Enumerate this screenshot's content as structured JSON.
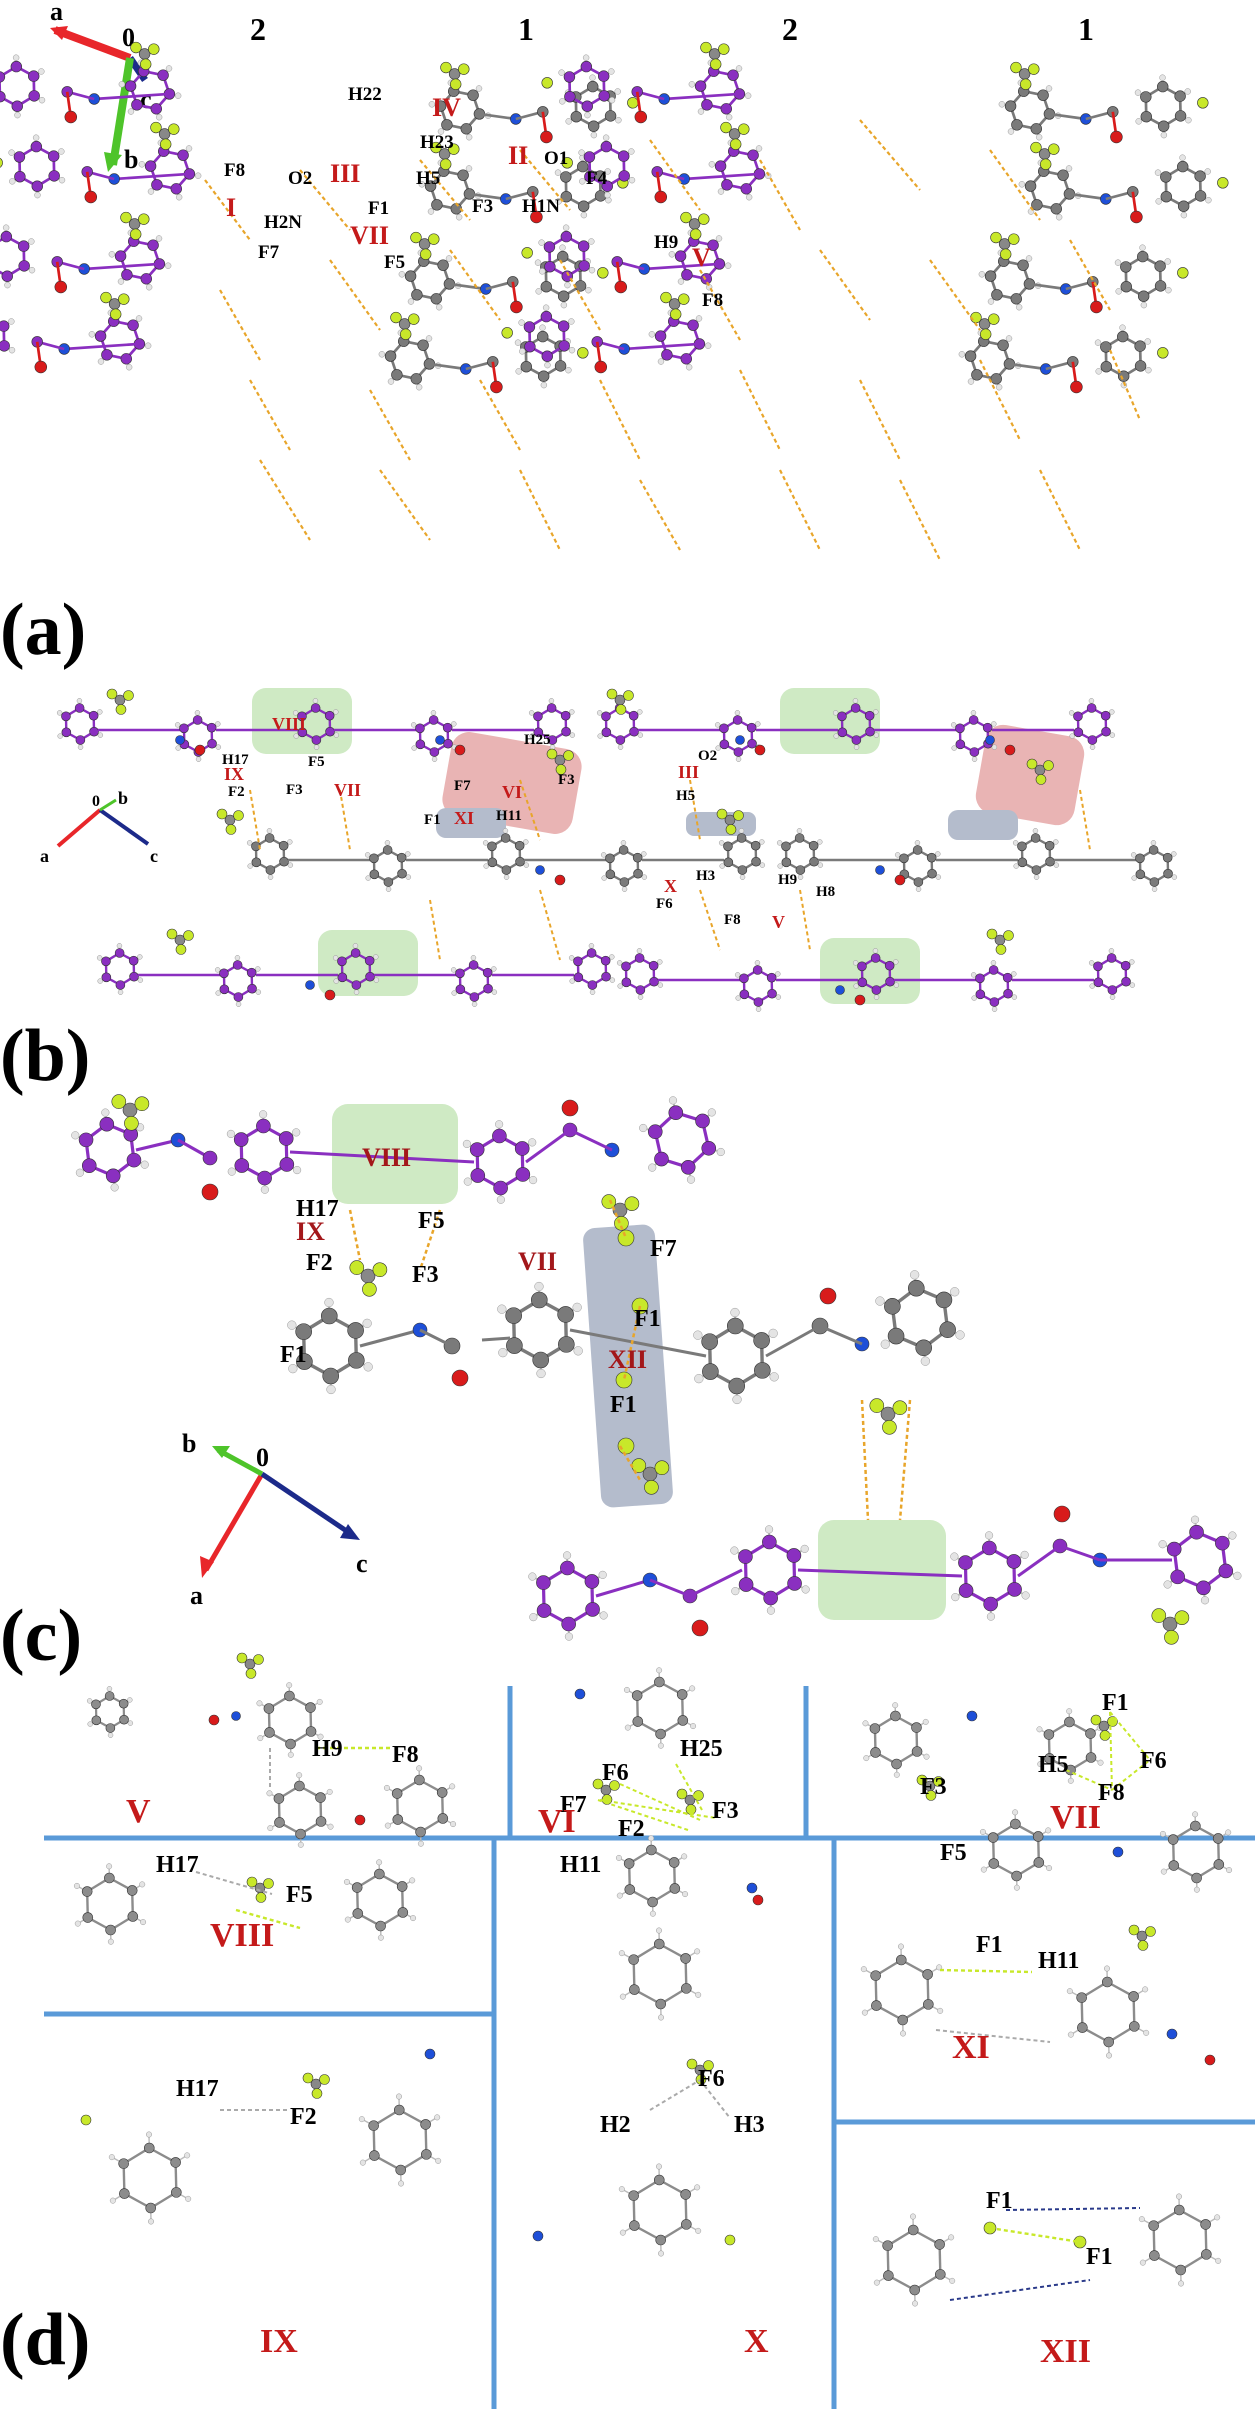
{
  "panels": {
    "a": {
      "letter": "(a)",
      "molecule_ids": [
        "2",
        "1",
        "2",
        "1"
      ],
      "axes": {
        "a": "a",
        "b": "b",
        "c": "c",
        "origin": "0"
      },
      "atoms": [
        "H22",
        "H23",
        "F8",
        "O2",
        "H5",
        "F1",
        "F3",
        "H1N",
        "F4",
        "O1",
        "H2N",
        "F7",
        "F5",
        "H9",
        "F8"
      ],
      "interactions": [
        "IV",
        "II",
        "III",
        "I",
        "VII",
        "V"
      ]
    },
    "b": {
      "letter": "(b)",
      "axes": {
        "a": "a",
        "b": "b",
        "c": "c",
        "origin": "0"
      },
      "atoms": [
        "H25",
        "F3",
        "H17",
        "F5",
        "F2",
        "F3",
        "F7",
        "F1",
        "H11",
        "O2",
        "H5",
        "H3",
        "F6",
        "F8",
        "H9",
        "H8"
      ],
      "interactions": [
        "VIII",
        "IX",
        "VII",
        "VI",
        "XI",
        "III",
        "X",
        "V"
      ]
    },
    "c": {
      "letter": "(c)",
      "axes": {
        "a": "a",
        "b": "b",
        "c": "c",
        "origin": "0"
      },
      "atoms": [
        "H17",
        "F5",
        "F2",
        "F3",
        "F7",
        "F1",
        "F1",
        "F1"
      ],
      "interactions": [
        "VIII",
        "IX",
        "VII",
        "XII"
      ]
    },
    "d": {
      "letter": "(d)",
      "cells": [
        {
          "id": "V",
          "atoms": [
            "H9",
            "F8"
          ]
        },
        {
          "id": "VI",
          "atoms": [
            "H25",
            "F6",
            "F7",
            "F3",
            "F2",
            "H11"
          ]
        },
        {
          "id": "VII",
          "atoms": [
            "F1",
            "H5",
            "F6",
            "F3",
            "F8",
            "F5"
          ]
        },
        {
          "id": "VIII",
          "atoms": [
            "H17",
            "F5"
          ]
        },
        {
          "id": "X",
          "atoms": [
            "F6",
            "H2",
            "H3"
          ]
        },
        {
          "id": "XI",
          "atoms": [
            "F1",
            "H11"
          ]
        },
        {
          "id": "IX",
          "atoms": [
            "H17",
            "F2"
          ]
        },
        {
          "id": "XII",
          "atoms": [
            "F1",
            "F1"
          ]
        }
      ]
    }
  },
  "colors": {
    "molecule1_carbon": "#7a7a7a",
    "molecule2_carbon": "#8a2fc0",
    "fluorine": "#c8e82a",
    "oxygen": "#d81b1b",
    "nitrogen": "#1e4fd8",
    "hydrogen": "#e4e4e4",
    "contact": "#e8a52a",
    "roman_label": "#c41a1a",
    "axis_a": "#e8262a",
    "axis_b": "#4ec42a",
    "axis_c": "#1c2a8a",
    "highlight_green": "#cfeac4",
    "highlight_pink": "#e9b4b4",
    "highlight_grey": "#b4bccc",
    "divider": "#5a9ad8"
  }
}
